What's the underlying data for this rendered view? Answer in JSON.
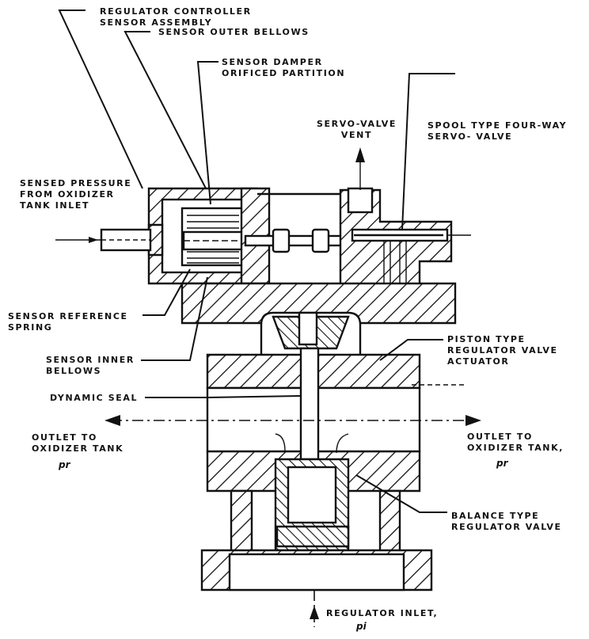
{
  "diagram": {
    "title": "Oxidizer tank pressure regulator assembly (cross-section)",
    "labels": {
      "regulator_controller": "REGULATOR CONTROLLER\nSENSOR ASSEMBLY",
      "outer_bellows": "SENSOR OUTER BELLOWS",
      "damper": "SENSOR DAMPER\nORIFICED PARTITION",
      "servo_vent": "SERVO-VALVE\nVENT",
      "spool_valve": "SPOOL TYPE FOUR-WAY\nSERVO- VALVE",
      "sensed_pressure": "SENSED PRESSURE\nFROM OXIDIZER\nTANK INLET",
      "reference_spring": "SENSOR REFERENCE\nSPRING",
      "inner_bellows": "SENSOR INNER\nBELLOWS",
      "piston_actuator": "PISTON TYPE\nREGULATOR VALVE\nACTUATOR",
      "dynamic_seal": "DYNAMIC SEAL",
      "outlet_left": "OUTLET TO\nOXIDIZER TANK",
      "outlet_left_symbol": "pr",
      "outlet_right": "OUTLET TO\nOXIDIZER TANK,",
      "outlet_right_symbol": "pr",
      "balance_valve": "BALANCE TYPE\nREGULATOR VALVE",
      "inlet": "REGULATOR INLET,",
      "inlet_symbol": "pi"
    }
  }
}
